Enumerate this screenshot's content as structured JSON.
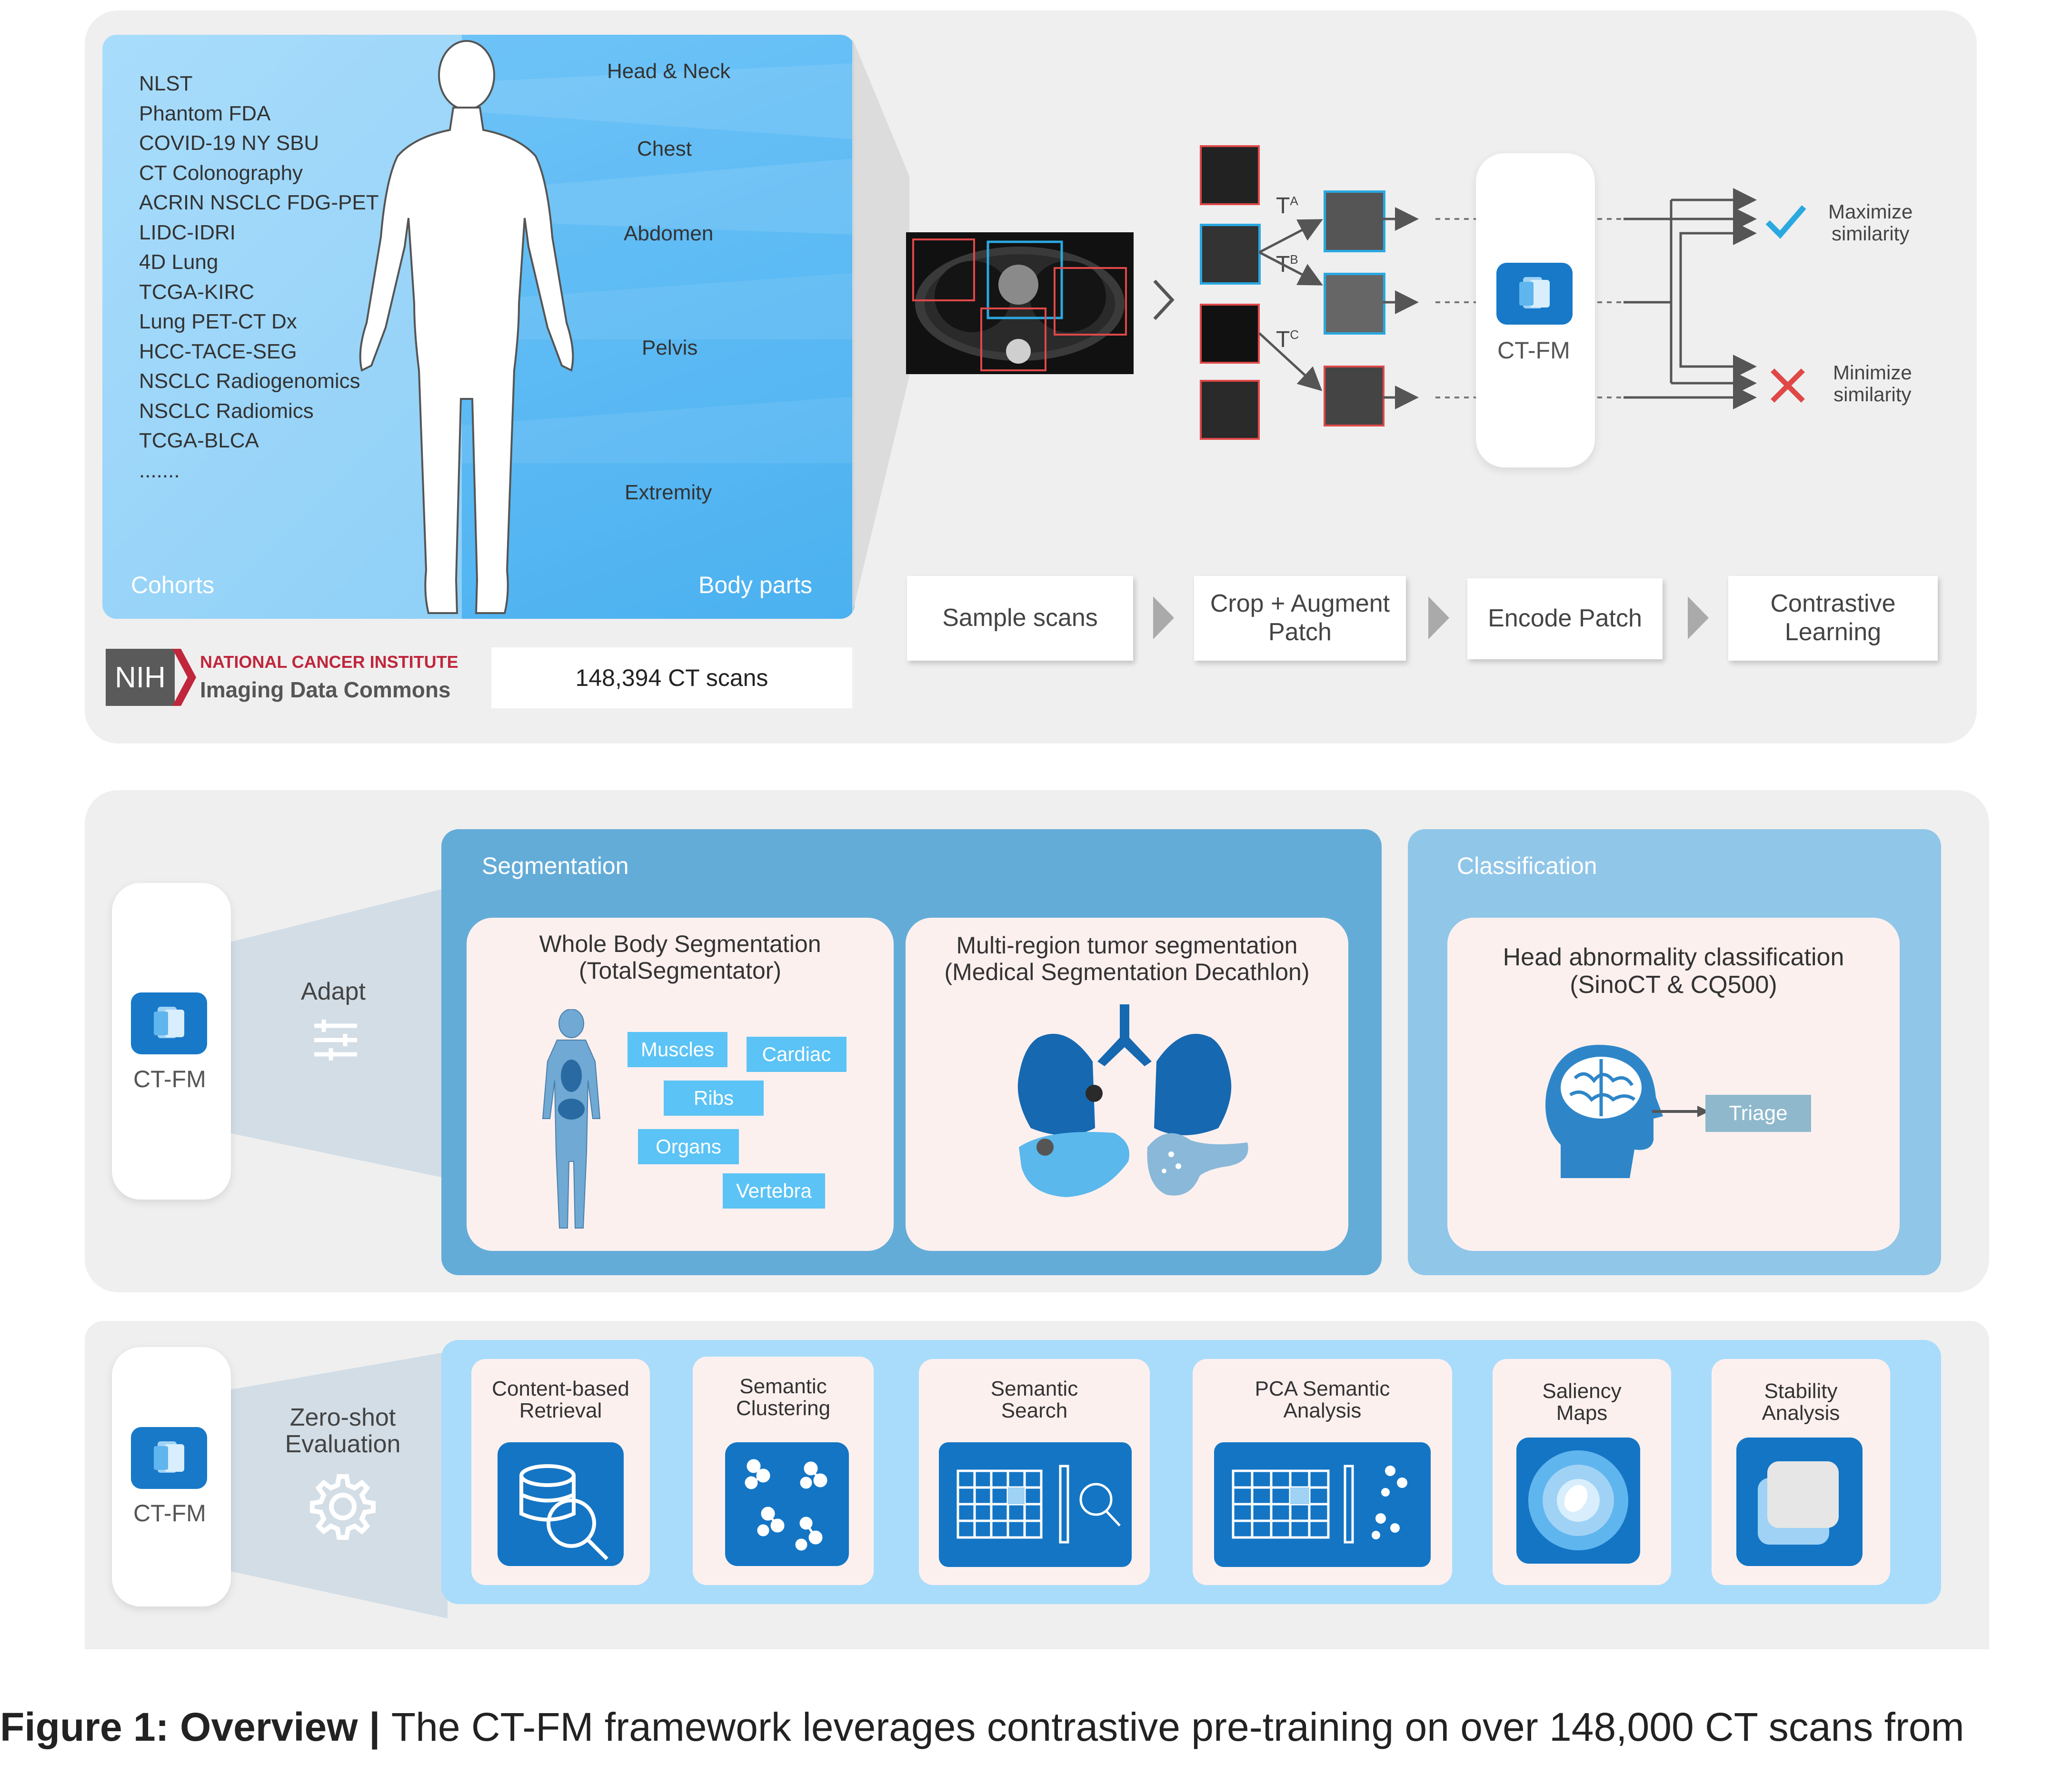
{
  "pretraining": {
    "cohorts": [
      "NLST",
      "Phantom FDA",
      "COVID-19 NY SBU",
      "CT Colonography",
      "ACRIN NSCLC FDG-PET",
      "LIDC-IDRI",
      "4D Lung",
      "TCGA-KIRC",
      "Lung PET-CT Dx",
      "HCC-TACE-SEG",
      "NSCLC Radiogenomics",
      "NSCLC Radiomics",
      "TCGA-BLCA",
      "......."
    ],
    "cohorts_label": "Cohorts",
    "body_parts": [
      "Head & Neck",
      "Chest",
      "Abdomen",
      "Pelvis",
      "Extremity"
    ],
    "body_parts_label": "Body parts",
    "nih_logo": "NIH",
    "nih_line1": "NATIONAL CANCER INSTITUTE",
    "nih_line2": "Imaging Data Commons",
    "scan_count": "148,394 CT scans",
    "transforms": [
      "T",
      "T",
      "T"
    ],
    "transform_sups": [
      "A",
      "B",
      "C"
    ],
    "model_label": "CT-FM",
    "maximize": "Maximize\nsimilarity",
    "minimize": "Minimize\nsimilarity",
    "steps": [
      "Sample scans",
      "Crop + Augment\nPatch",
      "Encode Patch",
      "Contrastive\nLearning"
    ]
  },
  "adapt": {
    "model_label": "CT-FM",
    "adapt_label": "Adapt",
    "segmentation_title": "Segmentation",
    "classification_title": "Classification",
    "whole_body": "Whole Body Segmentation\n(TotalSegmentator)",
    "tags": [
      "Muscles",
      "Cardiac",
      "Ribs",
      "Organs",
      "Vertebra"
    ],
    "tumor": "Multi-region tumor segmentation\n(Medical Segmentation Decathlon)",
    "head": "Head abnormality classification\n(SinoCT & CQ500)",
    "triage": "Triage"
  },
  "zeroshot": {
    "model_label": "CT-FM",
    "eval_label": "Zero-shot\nEvaluation",
    "tasks": [
      "Content-based\nRetrieval",
      "Semantic\nClustering",
      "Semantic\nSearch",
      "PCA Semantic\nAnalysis",
      "Saliency\nMaps",
      "Stability\nAnalysis"
    ]
  },
  "caption": {
    "bold": "Figure 1: Overview | ",
    "text": "The CT-FM framework leverages contrastive pre-training on over 148,000 CT scans from"
  },
  "colors": {
    "panel": "#efefef",
    "accent_blue": "#1879c8",
    "seg_blue": "#64acd8",
    "cls_blue": "#90c6e8",
    "light_blue": "#a9dcfb",
    "tag_blue": "#5bc3f5",
    "red_cross": "#e04848",
    "check_blue": "#2aa8e0",
    "pink": "#fcf0ef"
  }
}
